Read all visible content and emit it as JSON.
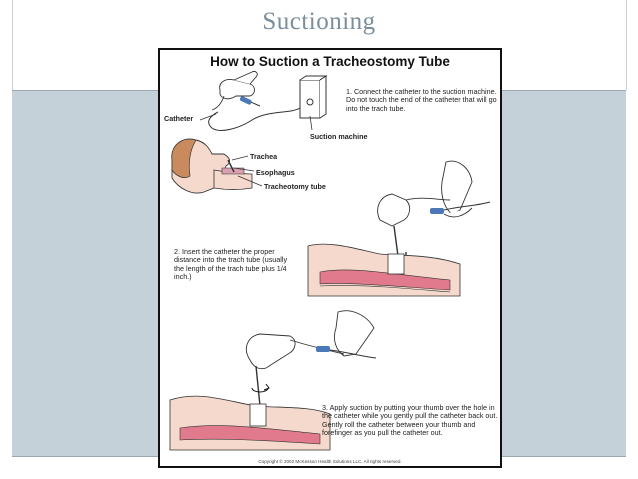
{
  "slide": {
    "title": "Suctioning",
    "accent_color": "#7a8e9c",
    "band_color": "#c5d1d9"
  },
  "figure": {
    "title": "How to Suction a Tracheostomy Tube",
    "labels": {
      "catheter": "Catheter",
      "suction_machine": "Suction machine",
      "trachea": "Trachea",
      "esophagus": "Esophagus",
      "tracheotomy_tube": "Tracheotomy tube"
    },
    "steps": [
      "1. Connect the catheter to the suction machine.  Do not touch the end of the catheter that will go into the trach tube.",
      "2. Insert the catheter the proper distance into the trach tube (usually the length of the trach tube plus 1/4 inch.)",
      "3. Apply suction by putting your thumb over the hole in the catheter while you gently pull the catheter back out.  Gently roll the catheter between your thumb and forefinger as you pull the catheter out."
    ],
    "copyright": "Copyright © 2002 McKesson Health Solutions LLC. All rights reserved."
  }
}
